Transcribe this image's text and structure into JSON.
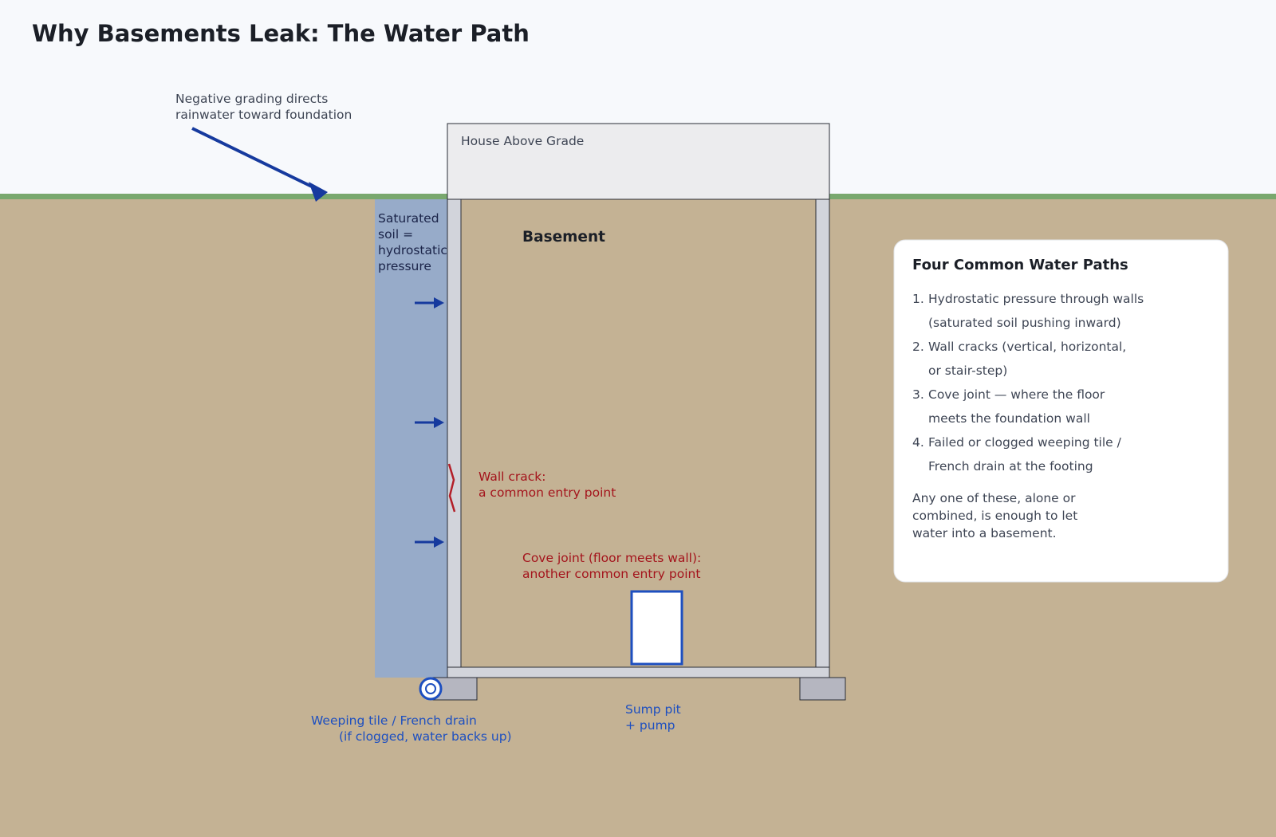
{
  "title": "Why Basements Leak: The Water Path",
  "labels": {
    "grading": [
      "Negative grading directs",
      "rainwater toward foundation"
    ],
    "house": "House Above Grade",
    "basement": "Basement",
    "soil": [
      "Saturated",
      "soil =",
      "hydrostatic",
      "pressure"
    ],
    "crack": [
      "Wall crack:",
      "a common entry point"
    ],
    "cove": [
      "Cove joint (floor meets wall):",
      "another common entry point"
    ],
    "weeping": [
      "Weeping tile / French drain",
      "(if clogged, water backs up)"
    ],
    "sump": [
      "Sump pit",
      "+ pump"
    ]
  },
  "panel": {
    "title": "Four Common Water Paths",
    "items": [
      {
        "num": "1.",
        "lines": [
          "Hydrostatic pressure through walls",
          "(saturated soil pushing inward)"
        ]
      },
      {
        "num": "2.",
        "lines": [
          "Wall cracks (vertical, horizontal,",
          "or stair-step)"
        ]
      },
      {
        "num": "3.",
        "lines": [
          "Cove joint — where the floor",
          "meets the foundation wall"
        ]
      },
      {
        "num": "4.",
        "lines": [
          "Failed or clogged weeping tile /",
          "French drain at the footing"
        ]
      }
    ],
    "note": [
      "Any one of these, alone or",
      "combined, is enough to let",
      "water into a basement."
    ]
  },
  "colors": {
    "sky": "#f7f9fc",
    "grass": "#79a86e",
    "soil": "#c4b294",
    "saturated": "#97abc9",
    "wall": "#d2d4db",
    "house": "#ececee",
    "footing": "#b5b6c0",
    "arrow": "#163a9e",
    "crack": "#b31e28",
    "drain": "#1d4fc0"
  }
}
